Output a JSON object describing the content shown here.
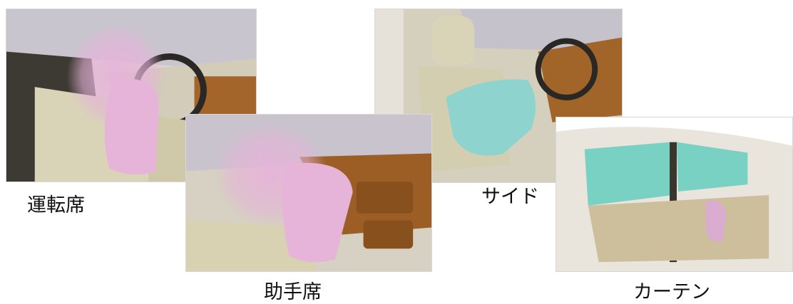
{
  "images": [
    {
      "id": "driver",
      "caption": "運転席",
      "airbag_color": "#e6b3d9"
    },
    {
      "id": "passenger",
      "caption": "助手席",
      "airbag_color": "#e6b3d9"
    },
    {
      "id": "side",
      "caption": "サイド",
      "airbag_color": "#8fd3cf"
    },
    {
      "id": "curtain",
      "caption": "カーテン",
      "airbag_color": "#79d1c4"
    }
  ]
}
